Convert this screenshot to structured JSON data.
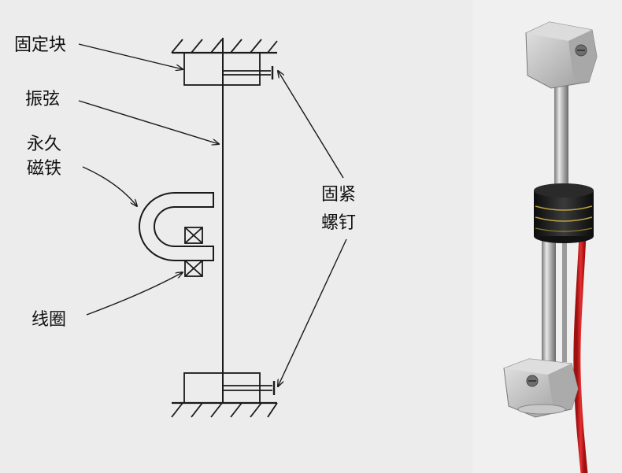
{
  "diagram": {
    "labels": {
      "fixed_block": "固定块",
      "vibrating_string": "振弦",
      "magnet_line1": "永久",
      "magnet_line2": "磁铁",
      "screw_line1": "固紧",
      "screw_line2": "螺钉",
      "coil": "线圈"
    }
  },
  "colors": {
    "background": "#ececec",
    "line": "#1a1a1a",
    "cable": "#d42020",
    "steel": "#b8b8b8"
  }
}
